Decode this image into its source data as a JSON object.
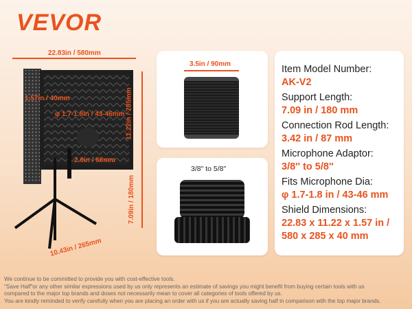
{
  "brand": "VEVOR",
  "colors": {
    "accent": "#e8531f"
  },
  "dimensions": {
    "width": "22.83in / 580mm",
    "depth_panel": "1.57in / 40mm",
    "mic_dia": "φ 1.7-1.8in / 43-46mm",
    "height_panel": "11.22in / 285mm",
    "rod": "2.6in / 66mm",
    "stand_height": "7.09in / 180mm",
    "stand_base": "10.43in / 265mm",
    "pop_filter": "3.5in / 90mm",
    "adaptor": "3/8\" to 5/8\""
  },
  "specs": [
    {
      "label": "Item Model Number:",
      "value": "AK-V2"
    },
    {
      "label": "Support Length:",
      "value": "7.09 in / 180 mm"
    },
    {
      "label": "Connection Rod Length:",
      "value": "3.42 in / 87 mm"
    },
    {
      "label": "Microphone Adaptor:",
      "value": "3/8'' to 5/8''"
    },
    {
      "label": "Fits Microphone Dia:",
      "value": "φ 1.7-1.8 in / 43-46 mm"
    },
    {
      "label": "Shield Dimensions:",
      "value": "22.83 x 11.22 x 1.57 in / 580 x 285 x 40 mm"
    }
  ],
  "footer": [
    "We continue to be committed to provide you with cost-effective tools.",
    "\"Save Half\"or any other similar expressions used by us only represents an estimate of savings you might benefit from buying certain tools with us",
    "compared to the major top brands and doses not necessarily mean to cover all categories of tools offered by us.",
    "You are kindly reminded to verify carefully when you are placing an order with us if you are actually saving half in comparison with the top major brands."
  ]
}
